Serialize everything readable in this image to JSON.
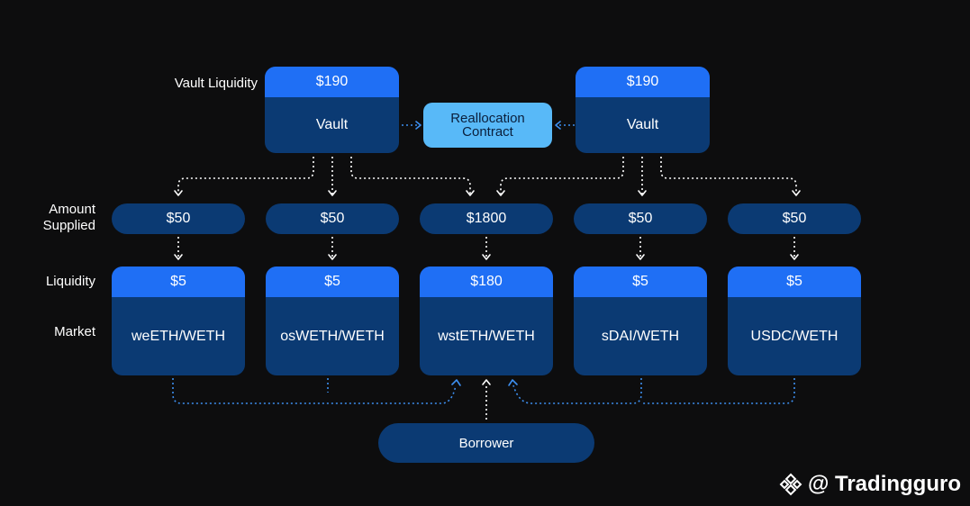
{
  "labels": {
    "vault_liquidity": "Vault Liquidity",
    "amount_supplied": "Amount\nSupplied",
    "liquidity": "Liquidity",
    "market": "Market"
  },
  "vaults": [
    {
      "liquidity": "$190",
      "name": "Vault"
    },
    {
      "liquidity": "$190",
      "name": "Vault"
    }
  ],
  "reallocation_contract": "Reallocation\nContract",
  "supplied": [
    "$50",
    "$50",
    "$1800",
    "$50",
    "$50"
  ],
  "markets": [
    {
      "liquidity": "$5",
      "name": "weETH/WETH"
    },
    {
      "liquidity": "$5",
      "name": "osWETH/WETH"
    },
    {
      "liquidity": "$180",
      "name": "wstETH/WETH"
    },
    {
      "liquidity": "$5",
      "name": "sDAI/WETH"
    },
    {
      "liquidity": "$5",
      "name": "USDC/WETH"
    }
  ],
  "borrower": "Borrower",
  "watermark": "@ Tradingguro",
  "colors": {
    "background": "#0d0d0e",
    "card_body": "#0b3a73",
    "card_head": "#1f6ff5",
    "reallocation": "#58b9f8",
    "blue_dotted": "#3d8ff0",
    "white_dotted": "#ffffff"
  }
}
